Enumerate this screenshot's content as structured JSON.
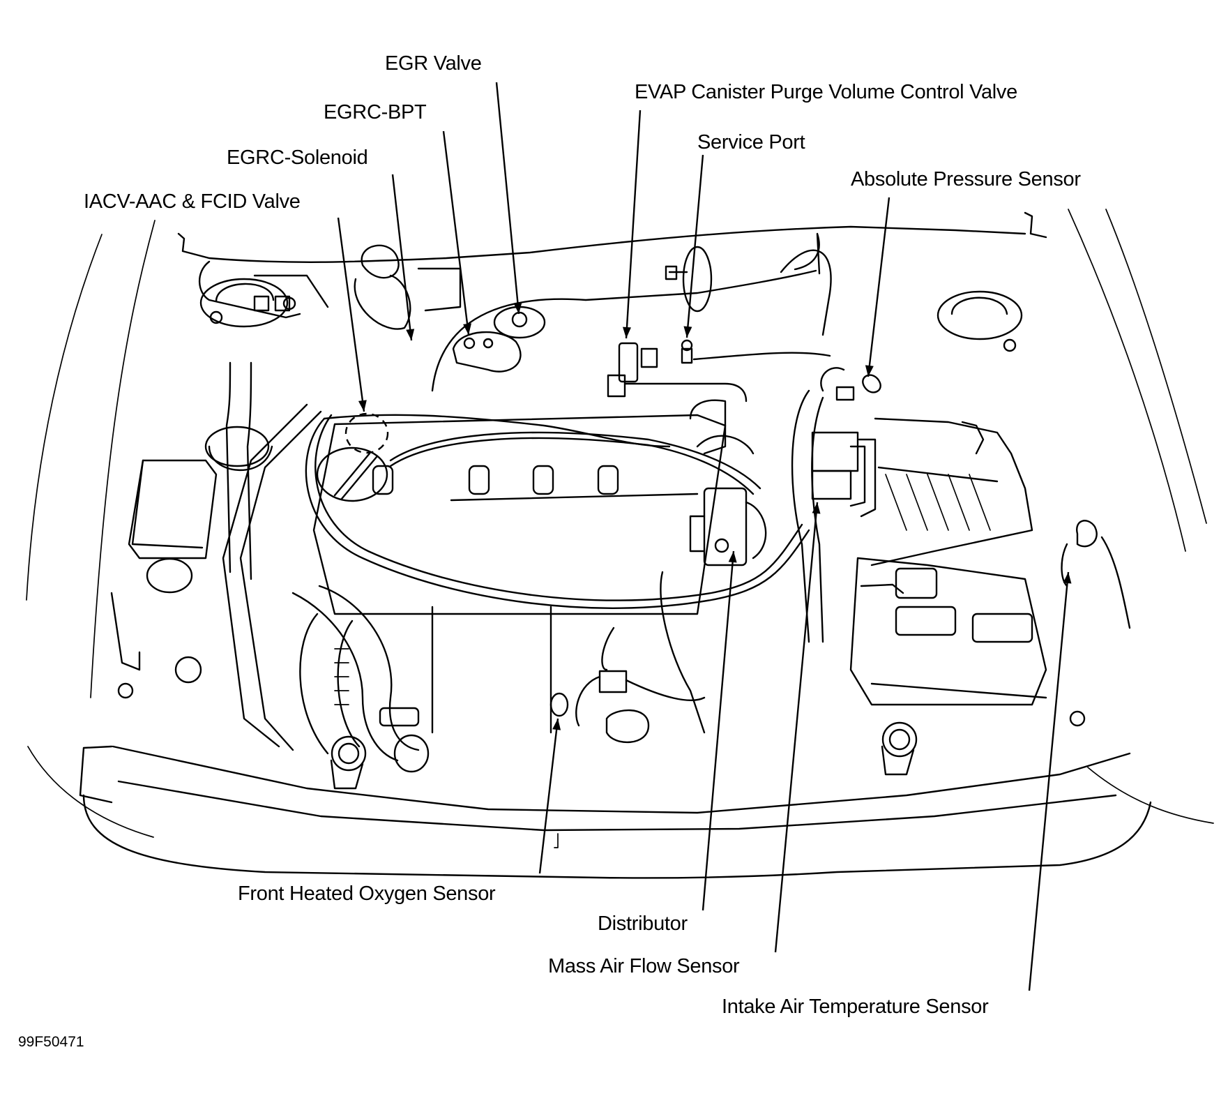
{
  "figure": {
    "id": "99F50471",
    "subject": "Engine compartment component locations",
    "colors": {
      "line": "#000000",
      "background": "#ffffff"
    }
  },
  "callouts": [
    {
      "key": "egr_valve",
      "text": "EGR Valve"
    },
    {
      "key": "evap_purge",
      "text": "EVAP Canister Purge Volume Control Valve"
    },
    {
      "key": "egrc_bpt",
      "text": "EGRC-BPT"
    },
    {
      "key": "service_port",
      "text": "Service Port"
    },
    {
      "key": "egrc_solenoid",
      "text": "EGRC-Solenoid"
    },
    {
      "key": "abs_pressure",
      "text": "Absolute Pressure Sensor"
    },
    {
      "key": "iacv",
      "text": "IACV-AAC & FCID Valve"
    },
    {
      "key": "front_o2",
      "text": "Front Heated Oxygen Sensor"
    },
    {
      "key": "distributor",
      "text": "Distributor"
    },
    {
      "key": "maf",
      "text": "Mass Air Flow Sensor"
    },
    {
      "key": "iat",
      "text": "Intake Air Temperature Sensor"
    }
  ]
}
